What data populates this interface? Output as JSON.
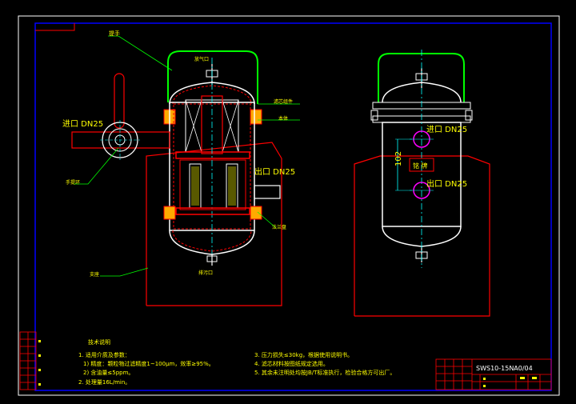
{
  "labels": {
    "handle": "提手",
    "vent": "放气口",
    "inlet": "进口 DN25",
    "outlet": "出口 DN25",
    "drain": "排污口",
    "handle_ring": "手提环",
    "filter_element": "滤芯组件",
    "body": "本体",
    "support": "支座",
    "flange": "法兰盘"
  },
  "right_view": {
    "inlet": "进口 DN25",
    "outlet": "出口 DN25",
    "dimension": "102",
    "nameplate": "铭 牌"
  },
  "tech_notes": {
    "title": "技术说明",
    "items": [
      "1. 适用介质及参数：",
      "1) 精度：颗粒物过滤精度1~100μm，效率≥95%。",
      "2) 含油量≤5ppm。",
      "2. 处理量16L/min。",
      "3. 压力损失≤30kg，根据使用说明书。",
      "4. 滤芯材料按图纸规定选用。",
      "5. 其余未注明处均按JB/T标准执行，检验合格方可出厂。"
    ]
  },
  "title_block": {
    "drawing_code": "SWS10-15NA0/04"
  },
  "colors": {
    "frame": "#0000ff",
    "vessel": "#ffffff",
    "section": "#ff0000",
    "handle": "#00ff00",
    "centerline": "#00ffff",
    "leader": "#00ff00",
    "label": "#ffff00",
    "nozzle_circle": "#ff00ff"
  }
}
